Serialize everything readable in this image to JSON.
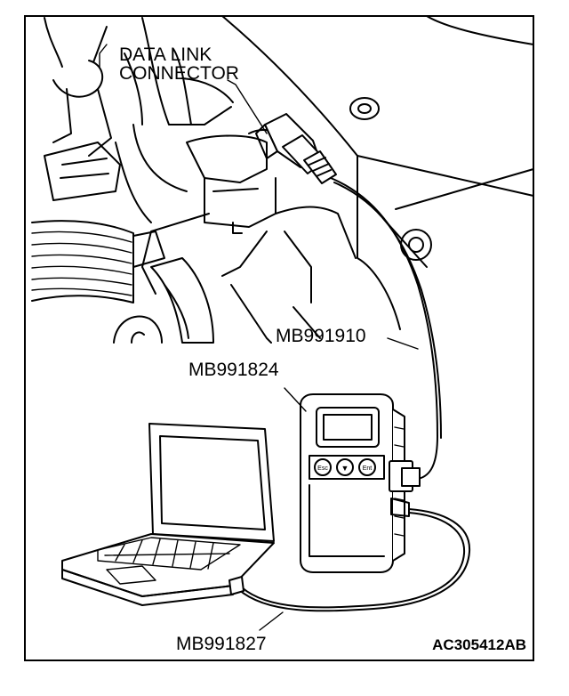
{
  "labels": {
    "data_link_connector_line1": "DATA LINK",
    "data_link_connector_line2": "CONNECTOR",
    "cable_mb991910": "MB991910",
    "tester_mb991824": "MB991824",
    "cable_mb991827": "MB991827",
    "figure_reference": "AC305412AB"
  },
  "tester_buttons": [
    {
      "symbol": "Esc"
    },
    {
      "symbol": "▼"
    },
    {
      "symbol": "Ent"
    }
  ]
}
